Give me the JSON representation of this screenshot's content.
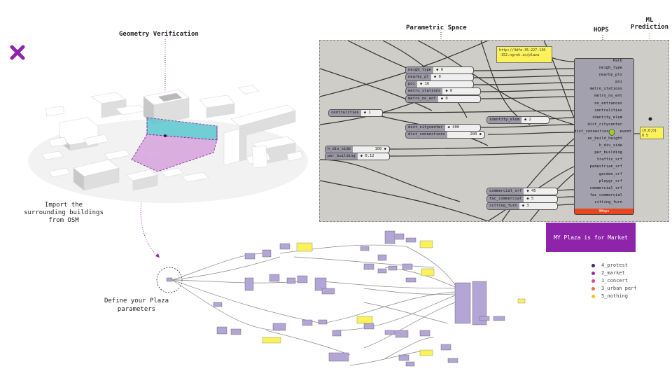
{
  "labels": {
    "geometry_verification": "Geometry Verification",
    "parametric_space": "Parametric Space",
    "hops": "HOPS",
    "ml_prediction_line1": "ML",
    "ml_prediction_line2": "Prediction",
    "import_line1": "Import the",
    "import_line2": "surrounding buildings",
    "import_line3": "from OSM",
    "define_line1": "Define your Plaza",
    "define_line2": "parameters"
  },
  "sliders": [
    {
      "name": "neigh_type",
      "value": "0"
    },
    {
      "name": "nearby_pl",
      "value": "0"
    },
    {
      "name": "poi",
      "value": "16"
    },
    {
      "name": "metro_stations",
      "value": "0"
    },
    {
      "name": "metro_no_ent",
      "value": "0"
    },
    {
      "name": "centralities",
      "value": "1"
    },
    {
      "name": "identity_elem",
      "value": "2"
    },
    {
      "name": "dist_citycenter",
      "value": "400"
    },
    {
      "name": "dist_connections",
      "value": "200"
    },
    {
      "name": "h_div_side",
      "value": "100"
    },
    {
      "name": "per_building",
      "value": "0.12"
    },
    {
      "name": "commercial_srf",
      "value": "45"
    },
    {
      "name": "fac_commercial",
      "value": "5"
    },
    {
      "name": "sitting_furn",
      "value": "3"
    }
  ],
  "hops": {
    "inputs": [
      "Path",
      "neigh_type",
      "nearby_pls",
      "poi",
      "metro_stations",
      "metro_no_ent",
      "no_entrances",
      "centralities",
      "identity_elem",
      "dist_citycenter",
      "dist_connections",
      "av_build_height",
      "h_div_side",
      "per_building",
      "traffic_srf",
      "pedestrian_srf",
      "garden_srf",
      "playgr_srf",
      "commercial_srf",
      "fac_commercial",
      "sitting_furn"
    ],
    "output": "event",
    "bar_label": "9Hops"
  },
  "url_panel": {
    "line1": "http://4dfe-35-227-136",
    "line2": "-152.ngrok.io/plaza"
  },
  "output_panel": {
    "line1": "{0;0;0}",
    "line2": "0 5"
  },
  "result": "MY Plaza is for Market",
  "legend": [
    {
      "label": "4_protest",
      "color": "#4a1f7a"
    },
    {
      "label": "2_market",
      "color": "#9c27b0"
    },
    {
      "label": "1_concert",
      "color": "#e0409a"
    },
    {
      "label": "3_urban perf",
      "color": "#f06a4e"
    },
    {
      "label": "5_nothing",
      "color": "#f5c518"
    }
  ],
  "colors": {
    "accent": "#8e24aa",
    "hops_bar": "#e8461f",
    "panel": "#fbf25a"
  }
}
